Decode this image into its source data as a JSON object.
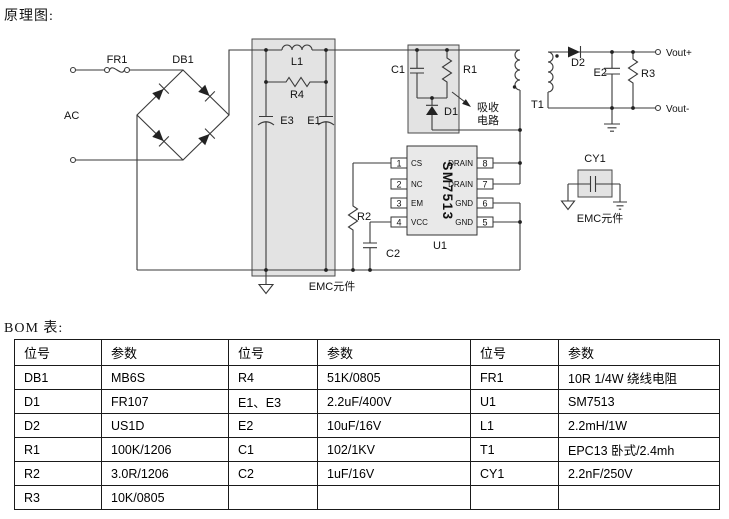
{
  "page": {
    "schematic_title": "原理图:",
    "bom_title": "BOM 表:"
  },
  "colors": {
    "wire": "#3a3a3a",
    "block_fill": "#e3e3e3",
    "ic_fill": "#e9e9e9",
    "text": "#111111",
    "background": "#ffffff"
  },
  "schematic": {
    "labels": {
      "ac": "AC",
      "fr1": "FR1",
      "db1": "DB1",
      "l1": "L1",
      "r4": "R4",
      "e3": "E3",
      "e1": "E1",
      "emc_block_left": "EMC元件",
      "c1": "C1",
      "r1": "R1",
      "d1": "D1",
      "snubber_note_line1": "吸收",
      "snubber_note_line2": "电路",
      "t1": "T1",
      "d2": "D2",
      "e2": "E2",
      "r3": "R3",
      "vout_plus": "Vout+",
      "vout_minus": "Vout-",
      "cy1": "CY1",
      "emc_block_right": "EMC元件",
      "r2": "R2",
      "c2": "C2",
      "u1": "U1"
    },
    "ic": {
      "name": "SM7513",
      "left_pins": [
        {
          "num": "1",
          "label": "CS"
        },
        {
          "num": "2",
          "label": "NC"
        },
        {
          "num": "3",
          "label": "EM"
        },
        {
          "num": "4",
          "label": "VCC"
        }
      ],
      "right_pins": [
        {
          "num": "8",
          "label": "DRAIN"
        },
        {
          "num": "7",
          "label": "DRAIN"
        },
        {
          "num": "6",
          "label": "GND"
        },
        {
          "num": "5",
          "label": "GND"
        }
      ]
    }
  },
  "bom": {
    "headers": [
      "位号",
      "参数",
      "位号",
      "参数",
      "位号",
      "参数"
    ],
    "rows": [
      [
        "DB1",
        "MB6S",
        "R4",
        "51K/0805",
        "FR1",
        "10R 1/4W 绕线电阻"
      ],
      [
        "D1",
        "FR107",
        "E1、E3",
        "2.2uF/400V",
        "U1",
        "SM7513"
      ],
      [
        "D2",
        "US1D",
        "E2",
        "10uF/16V",
        "L1",
        "2.2mH/1W"
      ],
      [
        "R1",
        "100K/1206",
        "C1",
        "102/1KV",
        "T1",
        "EPC13 卧式/2.4mh"
      ],
      [
        "R2",
        "3.0R/1206",
        "C2",
        "1uF/16V",
        "CY1",
        "2.2nF/250V"
      ],
      [
        "R3",
        "10K/0805",
        "",
        "",
        "",
        ""
      ]
    ]
  }
}
